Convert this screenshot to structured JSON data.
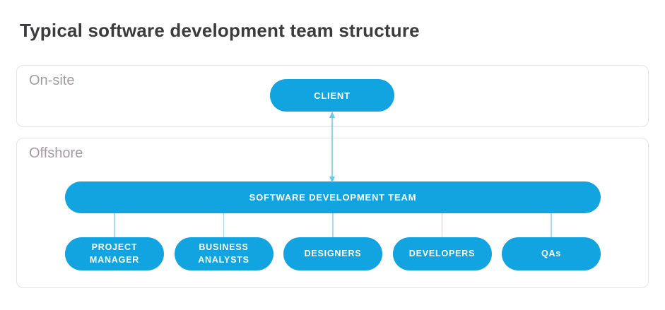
{
  "title": "Typical software development team structure",
  "colors": {
    "accent_blue": "#12a3e1",
    "connector_blue": "#67c8f0",
    "line_blue": "#a6dcf5",
    "panel_border": "#e3e5ef",
    "section_label": "#a59aa1",
    "title_text": "#3b3b3d"
  },
  "sections": {
    "onsite": {
      "label": "On-site",
      "client": {
        "label": "CLIENT"
      }
    },
    "offshore": {
      "label": "Offshore",
      "team": {
        "label": "SOFTWARE DEVELOPMENT TEAM"
      },
      "roles": [
        {
          "label": "PROJECT MANAGER"
        },
        {
          "label": "BUSINESS ANALYSTS"
        },
        {
          "label": "DESIGNERS"
        },
        {
          "label": "DEVELOPERS"
        },
        {
          "label": "QAs"
        }
      ]
    }
  }
}
